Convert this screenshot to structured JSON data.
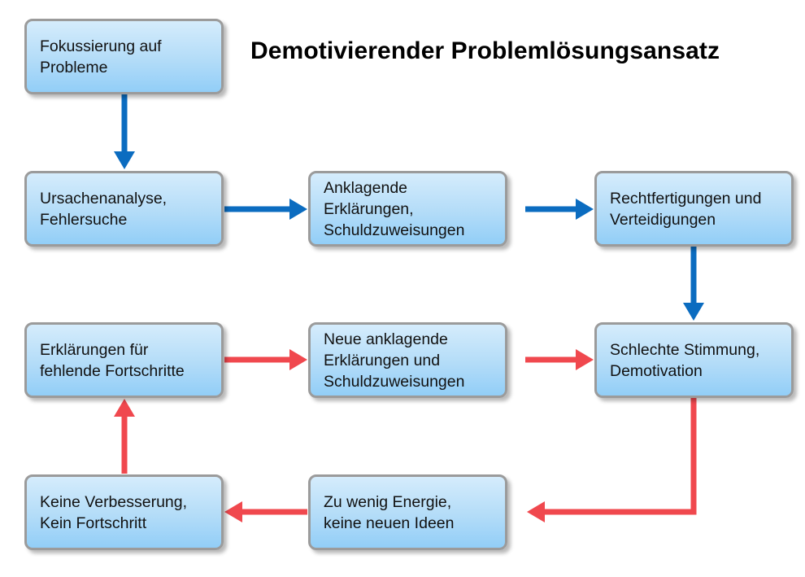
{
  "title": "Demotivierender Problemlösungsansatz",
  "colors": {
    "blue_arrow": "#0b6cc0",
    "red_arrow": "#f0484e",
    "box_top": "#d5ecfc",
    "box_bottom": "#92cef7",
    "box_border": "#9b9b9b"
  },
  "nodes": {
    "fokussierung": "Fokussierung auf\nProbleme",
    "ursachenanalyse": "Ursachenanalyse,\nFehlersuche",
    "anklagende": "Anklagende\nErklärungen,\nSchuldzuweisungen",
    "rechtfertigungen": "Rechtfertigungen und\nVerteidigungen",
    "stimmung": "Schlechte Stimmung,\nDemotivation",
    "neue_anklagende": "Neue anklagende\nErklärungen und\nSchuldzuweisungen",
    "erklaerungen_fortschritte": "Erklärungen für\nfehlende Fortschritte",
    "energie": "Zu wenig Energie,\nkeine neuen Ideen",
    "keine_verbesserung": "Keine Verbesserung,\nKein Fortschritt"
  },
  "edges": [
    {
      "from": "fokussierung",
      "to": "ursachenanalyse",
      "color": "blue"
    },
    {
      "from": "ursachenanalyse",
      "to": "anklagende",
      "color": "blue"
    },
    {
      "from": "anklagende",
      "to": "rechtfertigungen",
      "color": "blue"
    },
    {
      "from": "rechtfertigungen",
      "to": "stimmung",
      "color": "blue"
    },
    {
      "from": "stimmung",
      "to": "energie",
      "color": "red"
    },
    {
      "from": "energie",
      "to": "keine_verbesserung",
      "color": "red"
    },
    {
      "from": "keine_verbesserung",
      "to": "erklaerungen_fortschritte",
      "color": "red"
    },
    {
      "from": "erklaerungen_fortschritte",
      "to": "neue_anklagende",
      "color": "red"
    },
    {
      "from": "neue_anklagende",
      "to": "stimmung",
      "color": "red"
    }
  ]
}
